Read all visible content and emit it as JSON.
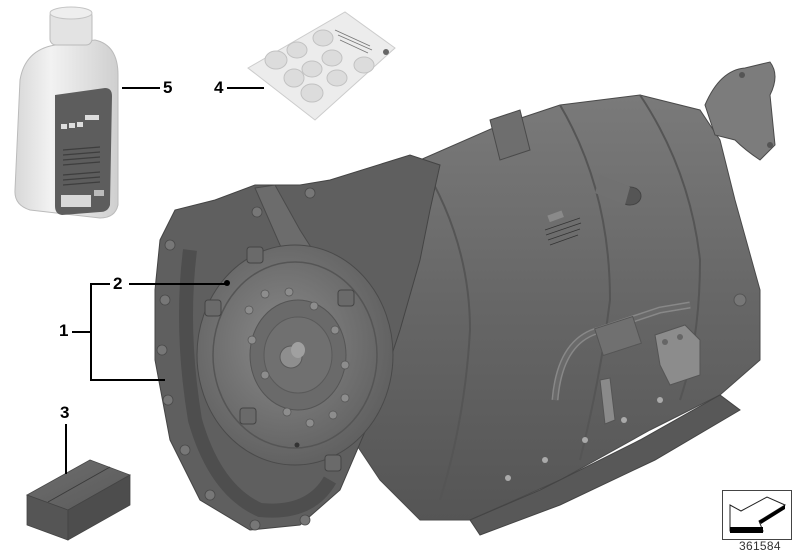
{
  "diagram": {
    "type": "parts-catalog-exploded-view",
    "subject": "automatic transmission assembly",
    "catalog_id": "361584",
    "background": "#ffffff",
    "part_color": "#6b6b6b",
    "part_shadow": "#4a4a4a",
    "part_highlight": "#9a9a9a"
  },
  "callouts": [
    {
      "number": "1",
      "part": "transmission assembly (bracket group)"
    },
    {
      "number": "2",
      "part": "torque converter"
    },
    {
      "number": "3",
      "part": "box / kit"
    },
    {
      "number": "4",
      "part": "seal cap blister pack"
    },
    {
      "number": "5",
      "part": "transmission fluid bottle"
    }
  ],
  "navigation": {
    "icon": "back-arrow-icon"
  }
}
